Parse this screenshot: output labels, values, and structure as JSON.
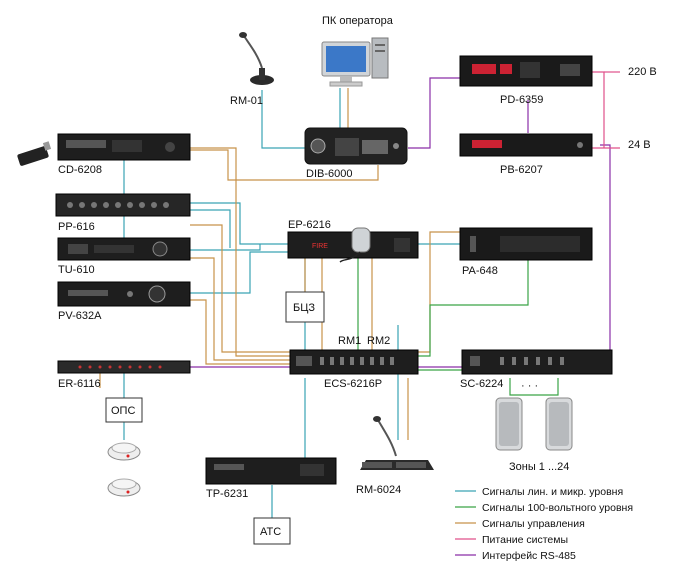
{
  "colors": {
    "line_signal": "#3aa3b4",
    "line_100v": "#3aa346",
    "line_control": "#c8924a",
    "line_power": "#e0508a",
    "line_rs485": "#8a2ea8",
    "device_dark": "#2a2a2a",
    "device_face": "#1d1d1d"
  },
  "devices": {
    "rm01": "RM-01",
    "pc": "ПК оператора",
    "dib6000": "DIB-6000",
    "pd6359": "PD-6359",
    "pb6207": "PB-6207",
    "cd6208": "CD-6208",
    "pp616": "PP-616",
    "tu610": "TU-610",
    "pv632a": "PV-632A",
    "ep6216": "EP-6216",
    "pa648": "PA-648",
    "ecs6216p": "ECS-6216P",
    "sc6224": "SC-6224",
    "er6116": "ER-6116",
    "tp6231": "TP-6231",
    "rm6024": "RM-6024"
  },
  "boxes": {
    "bcz": "БЦЗ",
    "ops": "ОПС",
    "ats": "АТС"
  },
  "labels": {
    "v220": "220 В",
    "v24": "24 В",
    "rm1": "RM1",
    "rm2": "RM2",
    "zones": "Зоны 1 ...24",
    "dots": "· · ·",
    "fire": "FIRE"
  },
  "legend": [
    {
      "text": "Сигналы лин. и микр. уровня",
      "color_key": "line_signal"
    },
    {
      "text": "Сигналы 100-вольтного уровня",
      "color_key": "line_100v"
    },
    {
      "text": "Сигналы управления",
      "color_key": "line_control"
    },
    {
      "text": "Питание системы",
      "color_key": "line_power"
    },
    {
      "text": "Интерфейс RS-485",
      "color_key": "line_rs485"
    }
  ]
}
